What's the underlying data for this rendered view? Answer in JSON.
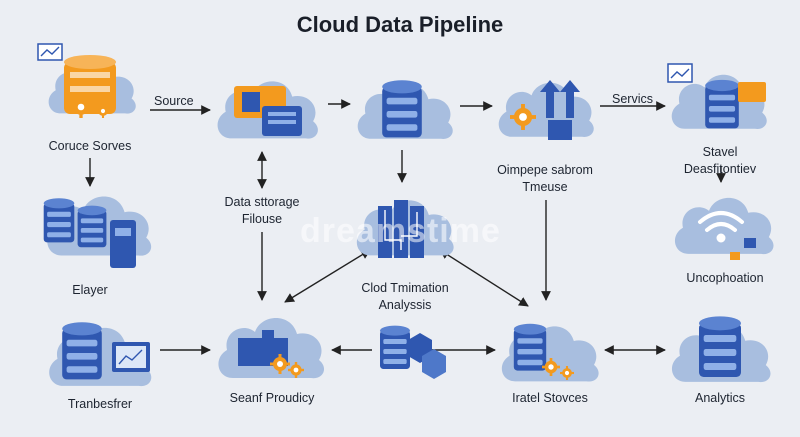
{
  "title": "Cloud Data Pipeline",
  "watermark": "dreamstime",
  "colors": {
    "cloud": "#9fb6d9",
    "cloud_light": "#c7d6ec",
    "db_blue": "#2f57b0",
    "db_mid": "#4e78c9",
    "accent_orange": "#f39a1e",
    "arrow": "#222222",
    "background": "#ebeef3"
  },
  "nodes": {
    "source_servers": {
      "lines": [
        "Coruce Sorves"
      ]
    },
    "pipeline_device": {
      "lines": []
    },
    "central_db": {
      "lines": []
    },
    "compute_upload": {
      "lines": [
        "Oimpepe sabrom",
        "Tmeuse"
      ]
    },
    "services_db": {
      "lines": [
        "Stavel",
        "Deasfitontiev"
      ]
    },
    "layer_storage": {
      "lines": [
        "Elayer"
      ]
    },
    "data_storage": {
      "lines": [
        "Data sttorage",
        "Filouse"
      ]
    },
    "cloud_transformation": {
      "lines": [
        "Clod Tmimation",
        "Analyssis"
      ]
    },
    "unconphoation": {
      "lines": [
        "Uncophoation"
      ]
    },
    "transferrer": {
      "lines": [
        "Tranbesfrer"
      ]
    },
    "search_product": {
      "lines": [
        "Seanf Proudicy"
      ]
    },
    "mini_server": {
      "lines": []
    },
    "rated_stores": {
      "lines": [
        "Iratel Stovces"
      ]
    },
    "analytics": {
      "lines": [
        "Analytics"
      ]
    }
  },
  "edge_labels": {
    "source": "Source",
    "services": "Servics"
  }
}
